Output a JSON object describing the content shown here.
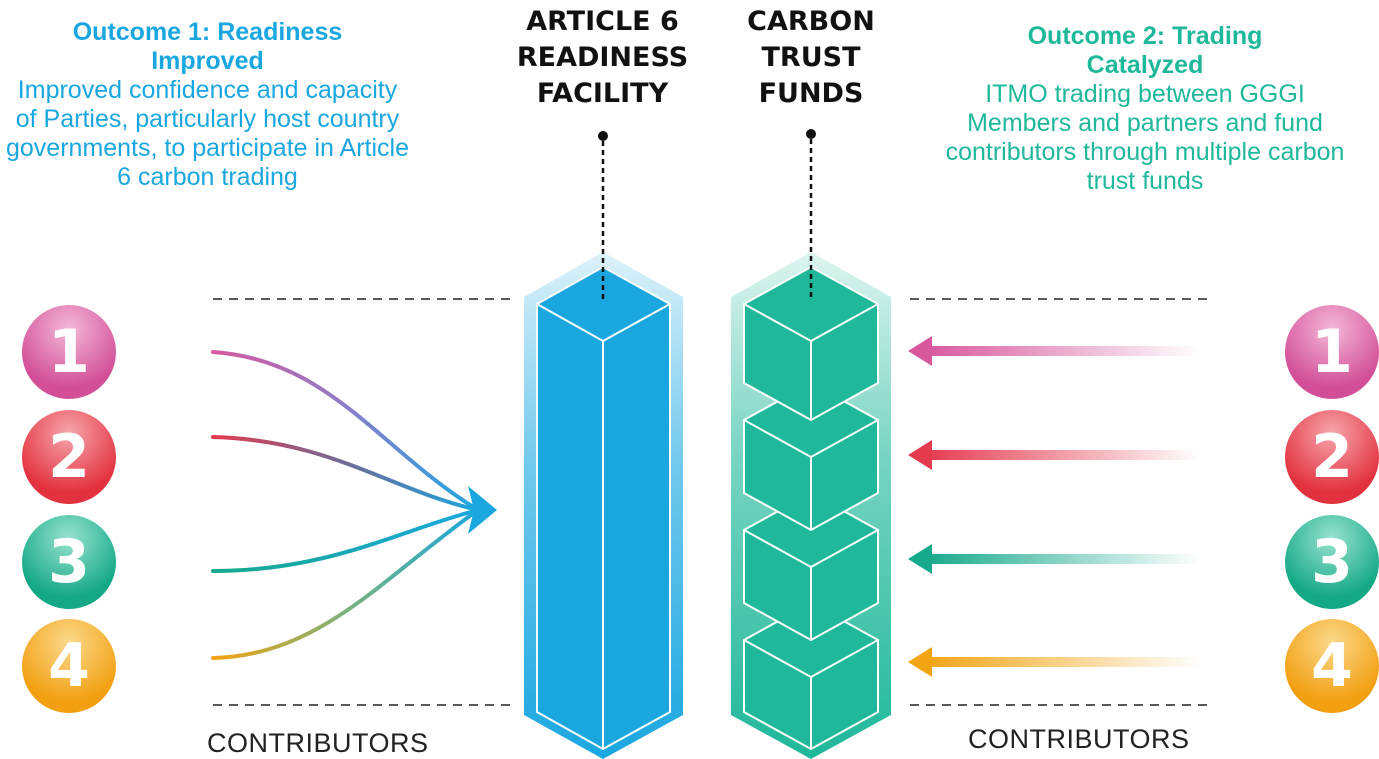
{
  "outcome1": {
    "title": "Outcome 1: Readiness Improved",
    "body": "Improved confidence and capacity of Parties, particularly host country governments, to participate in Article 6 carbon trading"
  },
  "outcome2": {
    "title": "Outcome 2: Trading Catalyzed",
    "body": "ITMO trading between GGGI Members and partners and fund contributors through multiple carbon trust funds"
  },
  "pillars": {
    "readiness": "ARTICLE 6 READINESS FACILITY",
    "funds": "CARBON TRUST FUNDS"
  },
  "contributors": {
    "left_label": "CONTRIBUTORS",
    "right_label": "CONTRIBUTORS",
    "badges": [
      "1",
      "2",
      "3",
      "4"
    ]
  },
  "colors": {
    "outcome1": "#1aa7e0",
    "outcome2": "#1fb89a",
    "badge1": "#d8589e",
    "badge2": "#e53b4f",
    "badge3": "#17a98c",
    "badge4": "#f2a413"
  }
}
